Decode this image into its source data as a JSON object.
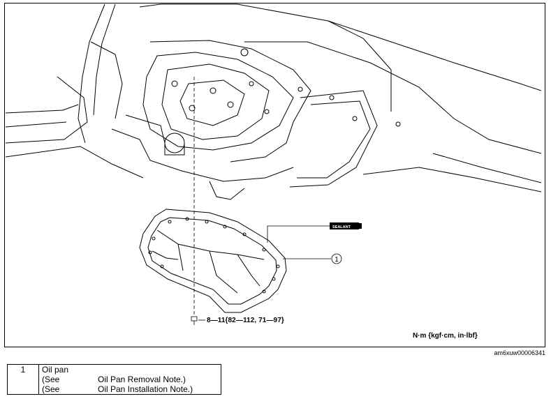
{
  "figure": {
    "torque_spec": "8—11{82—112, 71—97}",
    "units_label": "N·m {kgf·cm, in·lbf}",
    "figure_id": "am6xuw00006341",
    "sealant_tag": "SEALANT",
    "callout_number": "1"
  },
  "legend": {
    "rows": [
      {
        "number": "1",
        "name": "Oil pan",
        "see_1": "(See",
        "note_1": "Oil Pan Removal Note.)",
        "see_2": "(See",
        "note_2": "Oil Pan Installation Note.)"
      }
    ]
  }
}
